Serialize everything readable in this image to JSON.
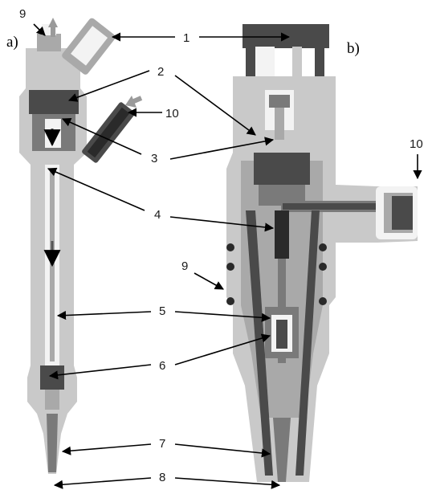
{
  "panels": {
    "a": "a)",
    "b": "b)"
  },
  "callouts": [
    "1",
    "2",
    "3",
    "4",
    "5",
    "6",
    "7",
    "8",
    "9",
    "10"
  ],
  "panel_b_extra": {
    "label_9": "9",
    "label_10": "10"
  },
  "colors": {
    "dark_body": "#4a4a4a",
    "mid_body": "#a9a9a9",
    "light_body": "#c9c9c9",
    "line": "#000000"
  }
}
